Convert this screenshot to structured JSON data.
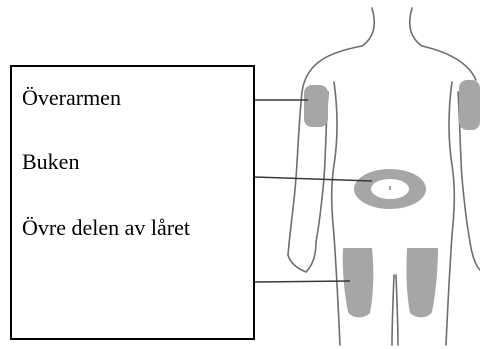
{
  "labels": {
    "upper_arm": "Överarmen",
    "abdomen": "Buken",
    "thigh": "Övre delen av låret"
  },
  "colors": {
    "body_outline": "#6e6e6e",
    "injection_zone": "#a6a6a6",
    "leader_line": "#3a3a3a",
    "box_border": "#000000"
  }
}
